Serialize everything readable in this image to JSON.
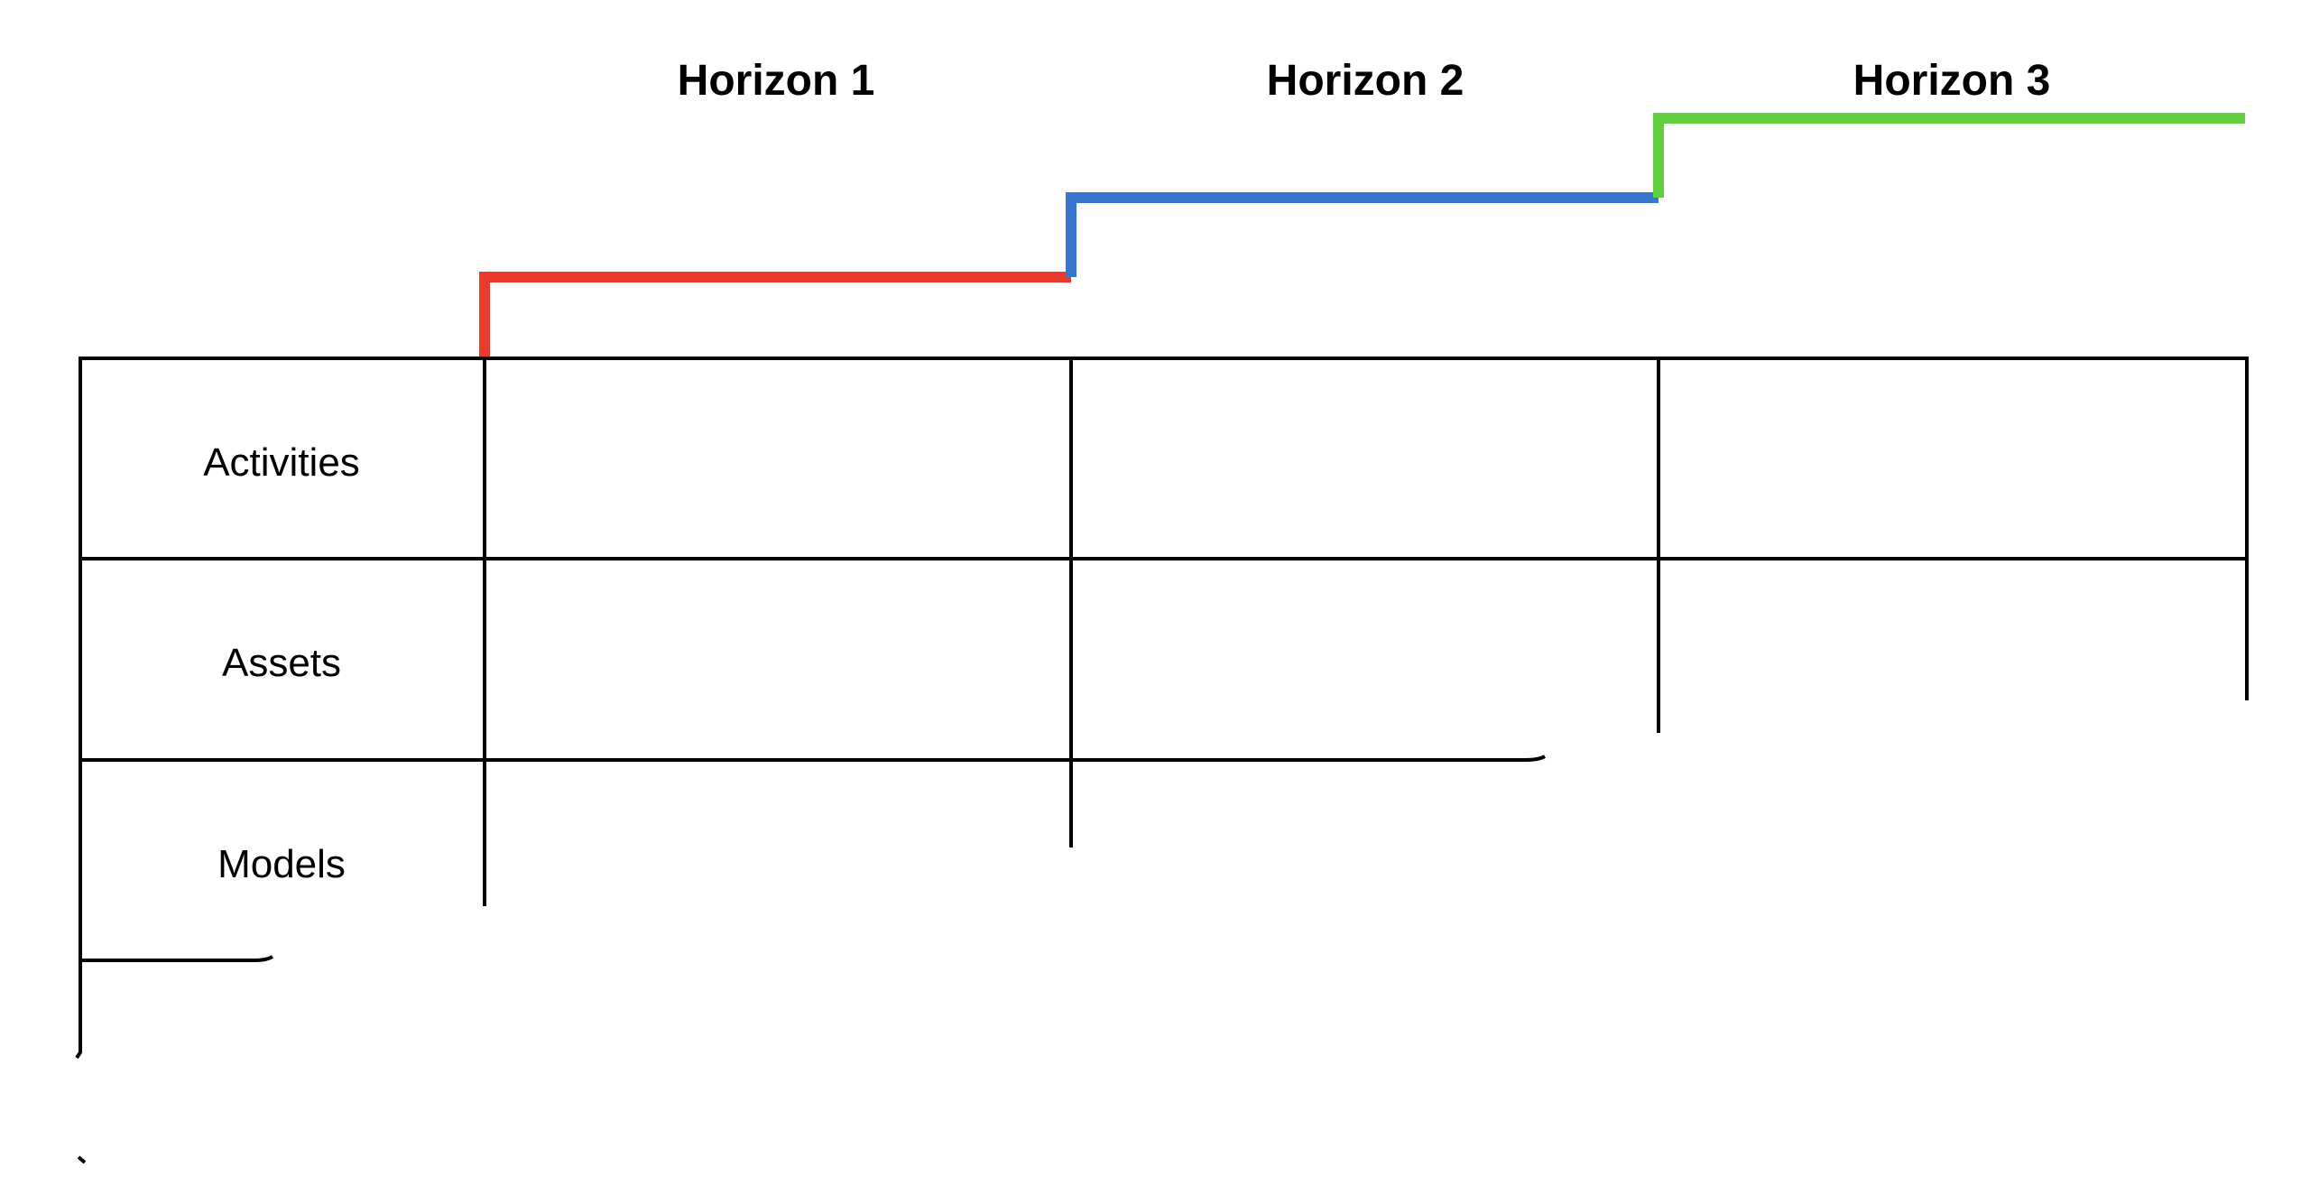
{
  "horizons": [
    {
      "label": "Horizon 1",
      "color": "#ea3a2d"
    },
    {
      "label": "Horizon 2",
      "color": "#3676cc"
    },
    {
      "label": "Horizon 3",
      "color": "#5fcf3f"
    }
  ],
  "rows": [
    {
      "label": "Activities"
    },
    {
      "label": "Assets"
    },
    {
      "label": "Models"
    }
  ]
}
